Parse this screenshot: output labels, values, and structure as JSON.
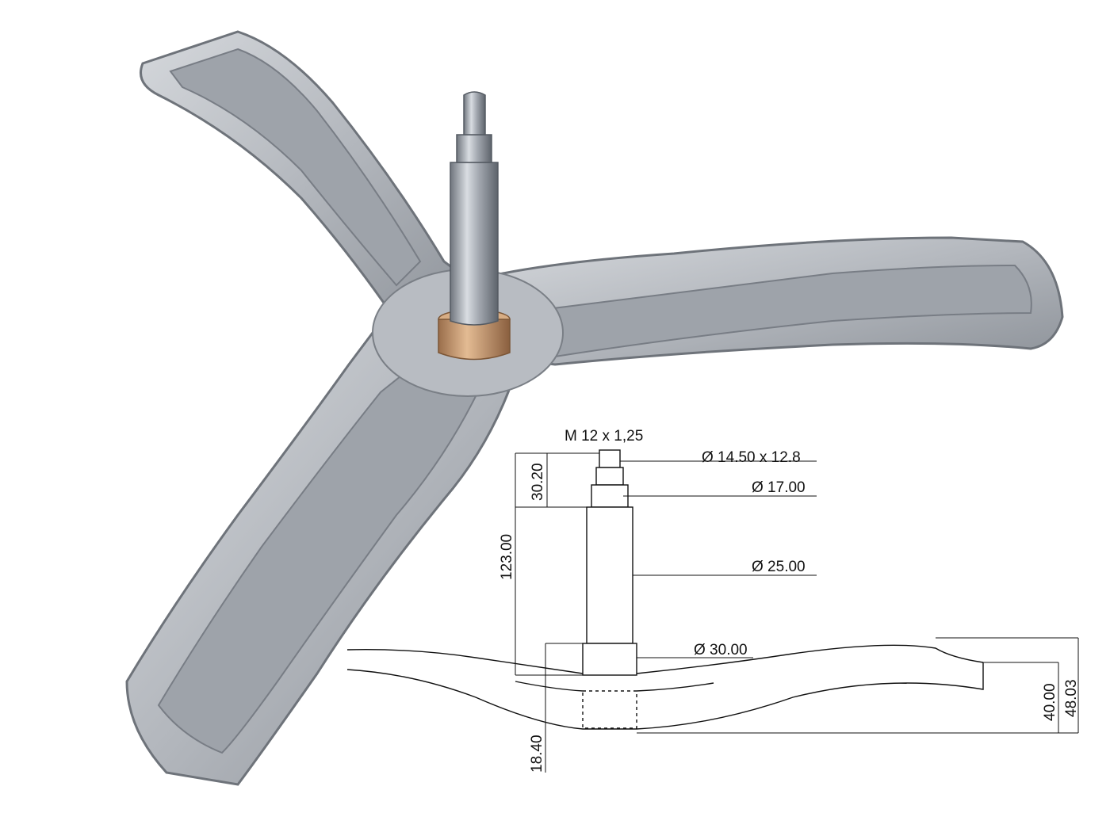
{
  "diagram": {
    "labels": {
      "thread": "M 12 x 1,25",
      "d_tip": "Ø 14.50 x 12.8",
      "d_17": "Ø 17.00",
      "d_25": "Ø 25.00",
      "d_30": "Ø 30.00",
      "h_30_20": "30.20",
      "h_123": "123.00",
      "h_18_40": "18.40",
      "h_40": "40.00",
      "h_48_03": "48.03"
    }
  },
  "colors": {
    "metal_light": "#c9ccd1",
    "metal_mid": "#a9adb4",
    "metal_dark": "#7f848c",
    "shaft": "#9aa0a8",
    "bronze": "#c89a72",
    "line": "#111111"
  }
}
